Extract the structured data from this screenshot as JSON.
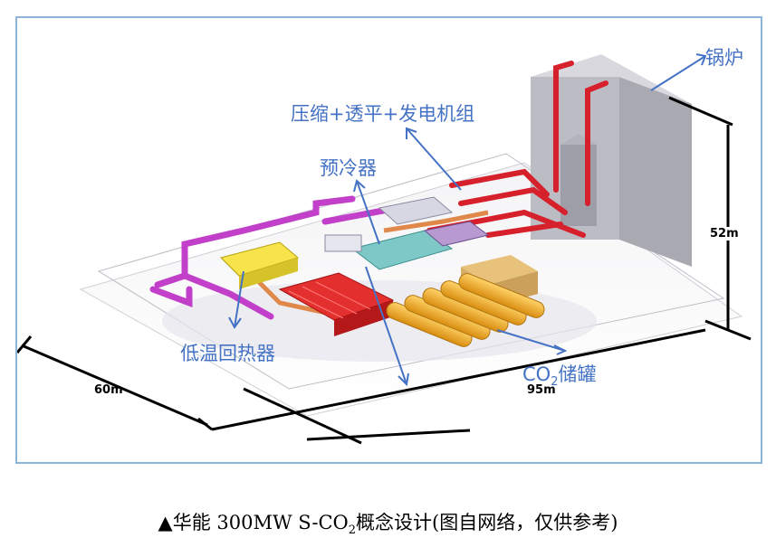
{
  "labels": {
    "boiler": "锅炉",
    "compressor_group": "压缩+透平+发电机组",
    "precooler": "预冷器",
    "low_temp_recuperator": "低温回热器",
    "co2_storage_prefix": "CO",
    "co2_storage_sub": "2",
    "co2_storage_suffix": "储罐"
  },
  "dimensions": {
    "height": "52m",
    "width": "60m",
    "length": "95m"
  },
  "caption": {
    "prefix": "▲华能 300MW S-CO",
    "sub": "2",
    "suffix": "概念设计(图自网络，仅供参考)"
  },
  "colors": {
    "frame_border": "#8db3d9",
    "label_blue": "#4472c4",
    "pipe_purple": "#c23fc9",
    "pipe_red": "#d6202c",
    "tank_orange": "#f2a81d",
    "boiler_grey": "#c9c9cf"
  }
}
